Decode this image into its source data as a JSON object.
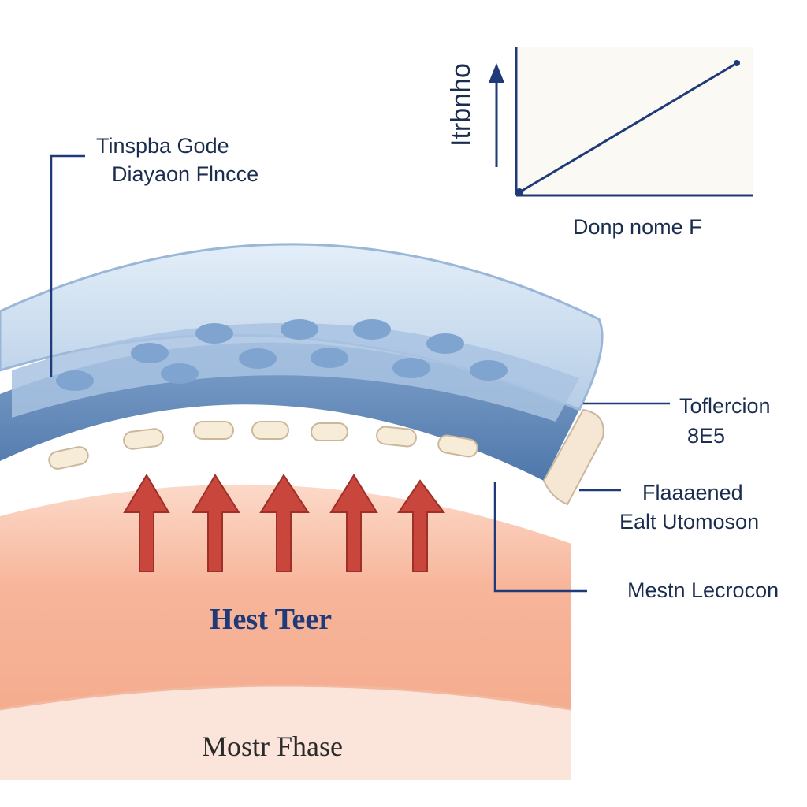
{
  "labels": {
    "top_left_line1": "Tinspba Gode",
    "top_left_line2": "Diayaon Flncce",
    "right_1_line1": "Toflercion",
    "right_1_line2": "8E5",
    "right_2_line1": "Flaaaened",
    "right_2_line2": "Ealt Utomoson",
    "right_3": "Mestn Lecrocon",
    "heat_layer": "Hest Teer",
    "bottom_layer": "Mostr Fhase"
  },
  "graph": {
    "y_label": "Itrbnho",
    "x_label": "Donp nome F"
  },
  "colors": {
    "membrane": "#bcd3ea",
    "membrane_dark": "#5a82b4",
    "skin": "#f6b9a0",
    "arrow": "#c8463c",
    "line": "#1e3a78"
  }
}
